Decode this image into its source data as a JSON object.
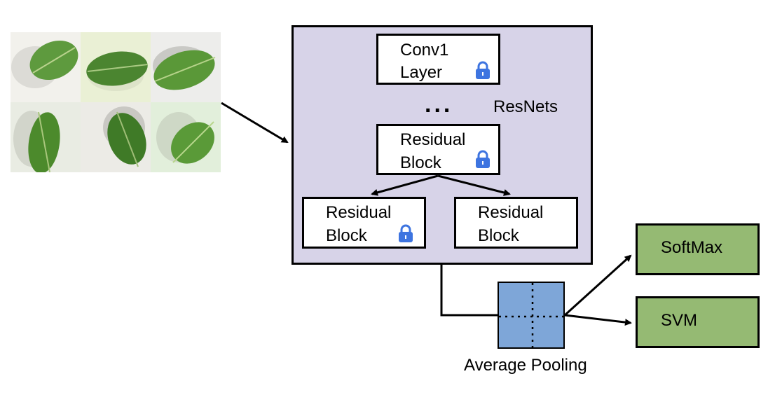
{
  "images": {
    "leaf_grid_icon": "leaf-icon",
    "tile_count": 6
  },
  "resnet": {
    "label": "ResNets",
    "conv_line1": "Conv1",
    "conv_line2": "Layer",
    "ellipsis": "...",
    "block_line1": "Residual",
    "block_line2": "Block"
  },
  "pooling": {
    "label": "Average Pooling"
  },
  "outputs": {
    "softmax": "SoftMax",
    "svm": "SVM"
  },
  "colors": {
    "resnet_bg": "#d7d3e8",
    "output_bg": "#95ba73",
    "pool_bg": "#7ea6d8",
    "lock": "#3d74e0",
    "leaf": "#4f8a35"
  }
}
